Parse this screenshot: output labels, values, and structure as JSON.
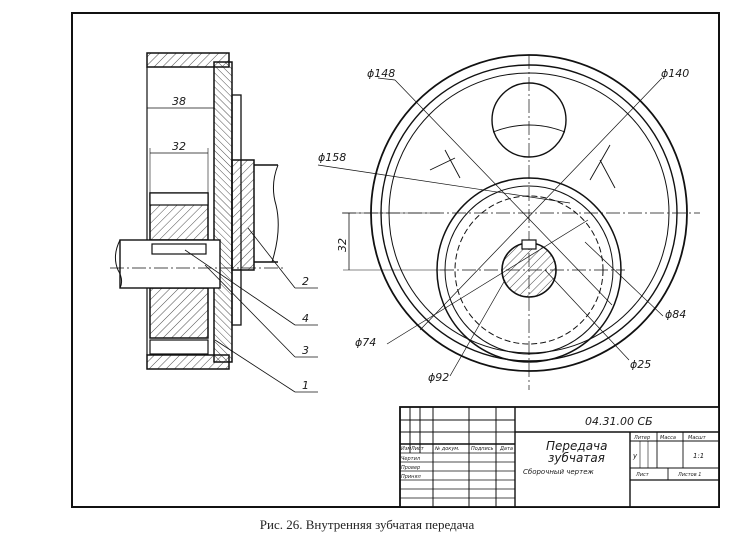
{
  "caption": "Рис. 26. Внутренняя зубчатая передача",
  "dimensions": {
    "len_38": "38",
    "len_32": "32",
    "len_32_vertical": "32",
    "d148": "ϕ148",
    "d140": "ϕ140",
    "d158": "ϕ158",
    "d84": "ϕ84",
    "d74": "ϕ74",
    "d92": "ϕ92",
    "d25": "ϕ25"
  },
  "part_numbers": [
    "2",
    "4",
    "3",
    "1"
  ],
  "title_block": {
    "designation": "04.31.00 СБ",
    "title_line1": "Передача",
    "title_line2": "зубчатая",
    "title_line3": "Сборочный чертеж",
    "col_litera": "Литер",
    "col_massa": "Масса",
    "col_masshtab": "Масшт",
    "litera_value": "у",
    "scale_value": "1:1",
    "sheet_label": "Лист",
    "sheets_label": "Листов 1",
    "row_izm": "Изм",
    "row_list": "Лист",
    "row_doc": "№ докум.",
    "row_podp": "Подпись",
    "row_data": "Дата",
    "role_chertil": "Чертил",
    "role_proveril": "Провер",
    "role_prinyal": "Принял"
  }
}
